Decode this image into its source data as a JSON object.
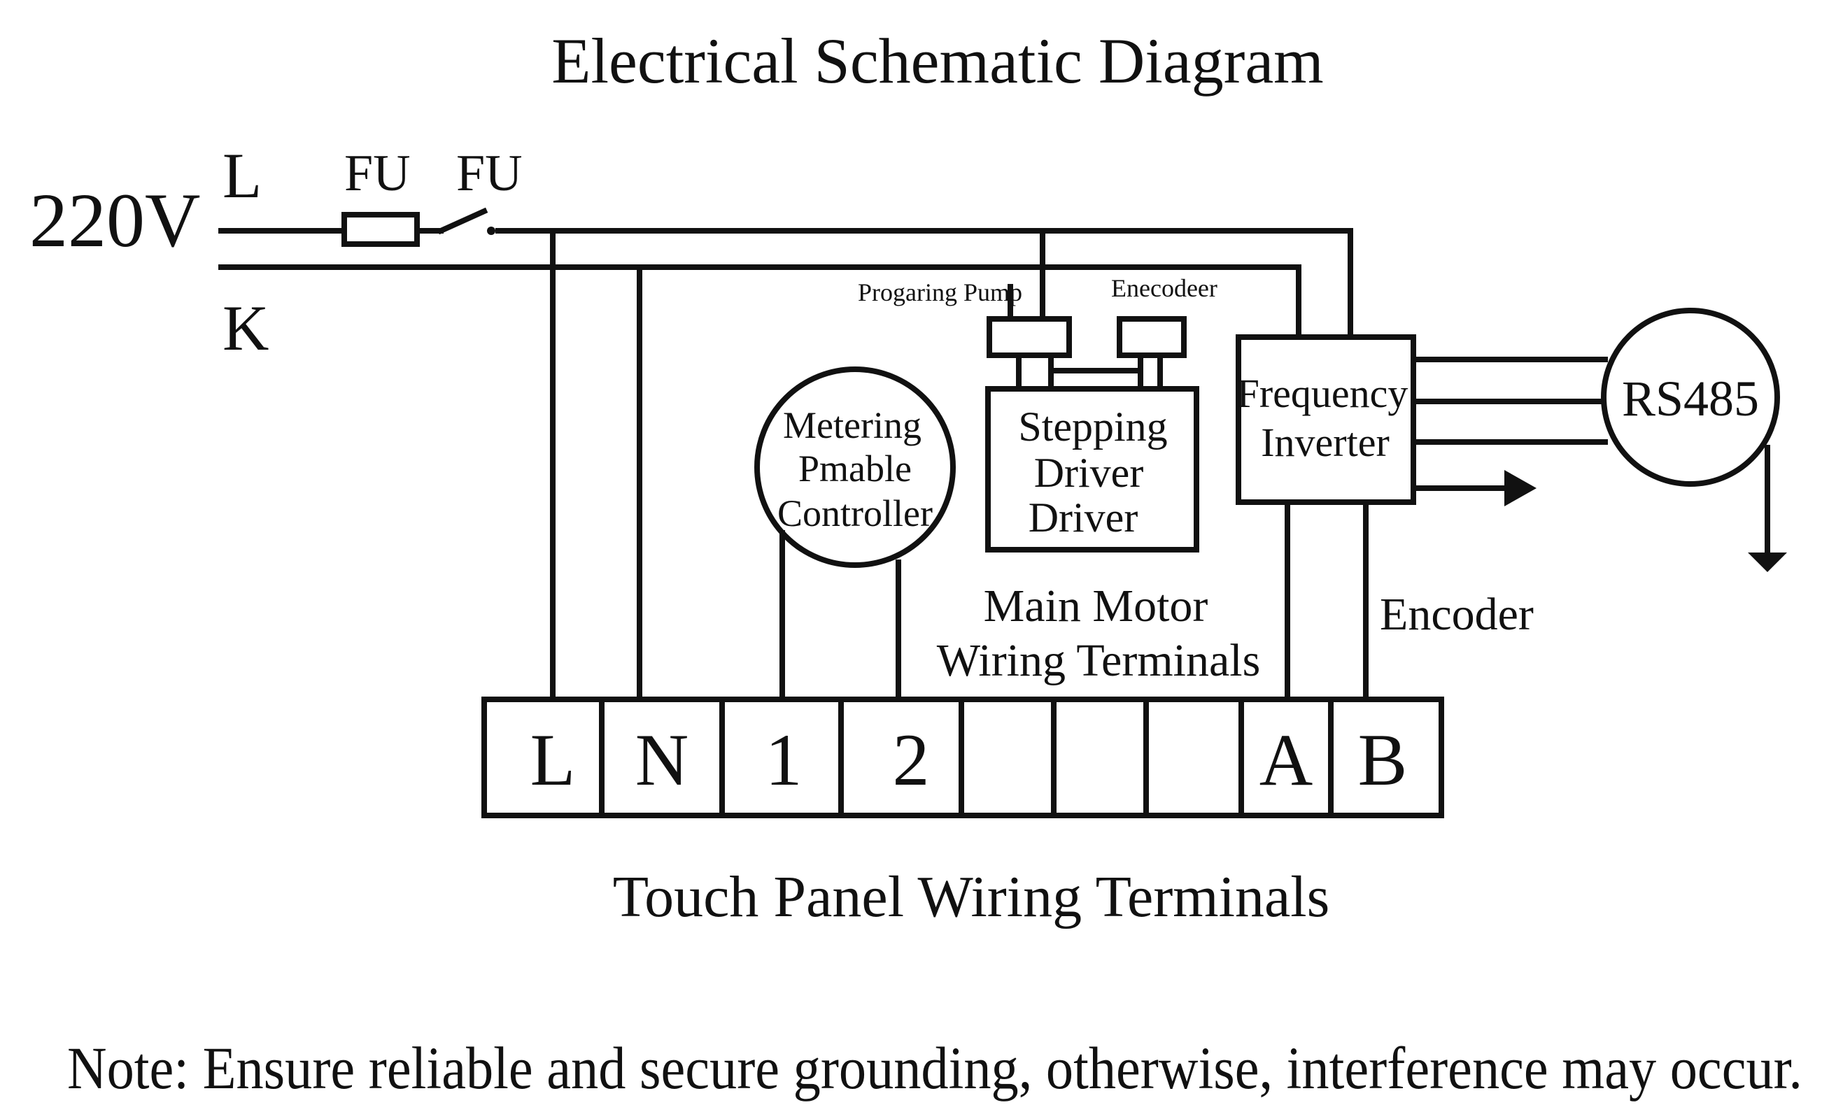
{
  "title": "Electrical Schematic Diagram",
  "supply": {
    "voltage": "220V",
    "line_l": "L",
    "line_k": "K"
  },
  "fuse_label": "FU",
  "switch_label": "FU",
  "labels": {
    "priming_pump": "Progaring Pump",
    "encoder_top": "Enecodeer",
    "metering": [
      "Metering",
      "Pmable",
      "Controller"
    ],
    "stepping": [
      "Stepping",
      "Driver",
      "Driver"
    ],
    "inverter": [
      "Frequency",
      "Inverter"
    ],
    "rs485": "RS485",
    "main_motor": [
      "Main Motor",
      "Wiring Terminals"
    ],
    "encoder_side": "Encoder"
  },
  "terminals": [
    "L",
    "N",
    "1",
    "2",
    "",
    "",
    "",
    "A",
    "B"
  ],
  "terminal_caption": "Touch Panel Wiring Terminals",
  "note": "Note: Ensure reliable and secure grounding, otherwise, interference may occur."
}
